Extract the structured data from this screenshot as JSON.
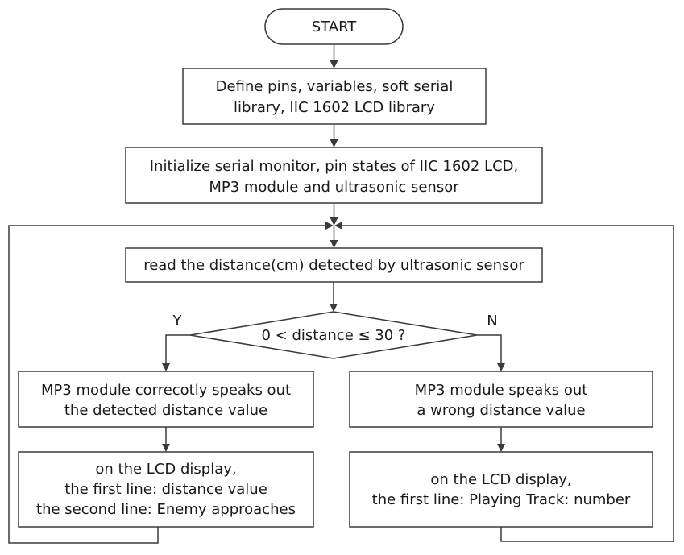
{
  "start": "START",
  "define": {
    "line1": "Define pins, variables, soft serial",
    "line2": "library, IIC 1602 LCD library"
  },
  "initialize": {
    "line1": "Initialize serial monitor, pin states of IIC 1602 LCD,",
    "line2": "MP3 module and ultrasonic sensor"
  },
  "read": "read the distance(cm) detected by ultrasonic sensor",
  "decision": {
    "text": "0 < distance ≤ 30 ?",
    "yes_label": "Y",
    "no_label": "N"
  },
  "yes_speak": {
    "line1": "MP3 module correcotly speaks out",
    "line2": "the detected distance value"
  },
  "no_speak": {
    "line1": "MP3 module speaks out",
    "line2": "a wrong distance value"
  },
  "yes_display": {
    "line1": "on the LCD display,",
    "line2": "the first line: distance value",
    "line3": "the second line: Enemy approaches"
  },
  "no_display": {
    "line1": "on the LCD display,",
    "line2": "the first line: Playing Track: number"
  }
}
